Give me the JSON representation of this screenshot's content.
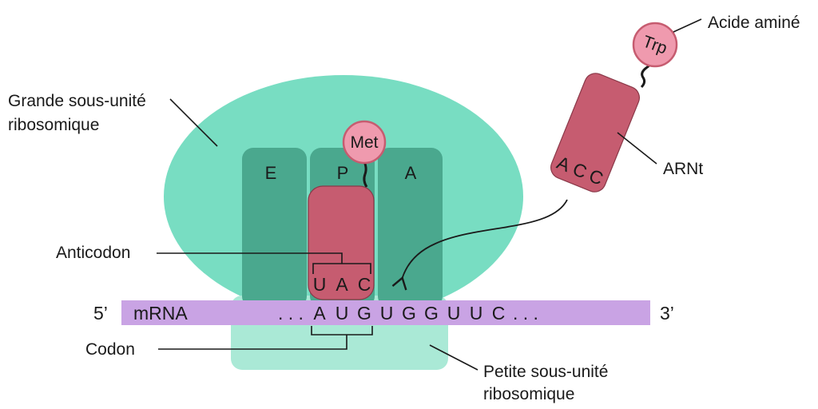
{
  "labels": {
    "large_subunit_line1": "Grande sous-unité",
    "large_subunit_line2": "ribosomique",
    "small_subunit_line1": "Petite sous-unité",
    "small_subunit_line2": "ribosomique",
    "anticodon": "Anticodon",
    "codon": "Codon",
    "trna": "ARNt",
    "amino_acid": "Acide aminé"
  },
  "sites": {
    "e": "E",
    "p": "P",
    "a": "A"
  },
  "mrna": {
    "five_prime": "5’",
    "three_prime": "3’",
    "label": "mRNA",
    "dots_left": ". . .",
    "bases": [
      "A",
      "U",
      "G",
      "U",
      "G",
      "G",
      "U",
      "U",
      "C"
    ],
    "dots_right": ". . ."
  },
  "p_site_trna": {
    "amino_acid": "Met",
    "anticodon": [
      "U",
      "A",
      "C"
    ]
  },
  "incoming_trna": {
    "amino_acid": "Trp",
    "anticodon": [
      "A",
      "C",
      "C"
    ]
  },
  "colors": {
    "large_subunit": "#78ddc2",
    "small_subunit": "#aae9d6",
    "site_slot": "#4aa88e",
    "trna": "#c65c70",
    "trna_stroke": "#8a3848",
    "amino_acid": "#ef9aae",
    "mrna": "#c9a3e4"
  }
}
